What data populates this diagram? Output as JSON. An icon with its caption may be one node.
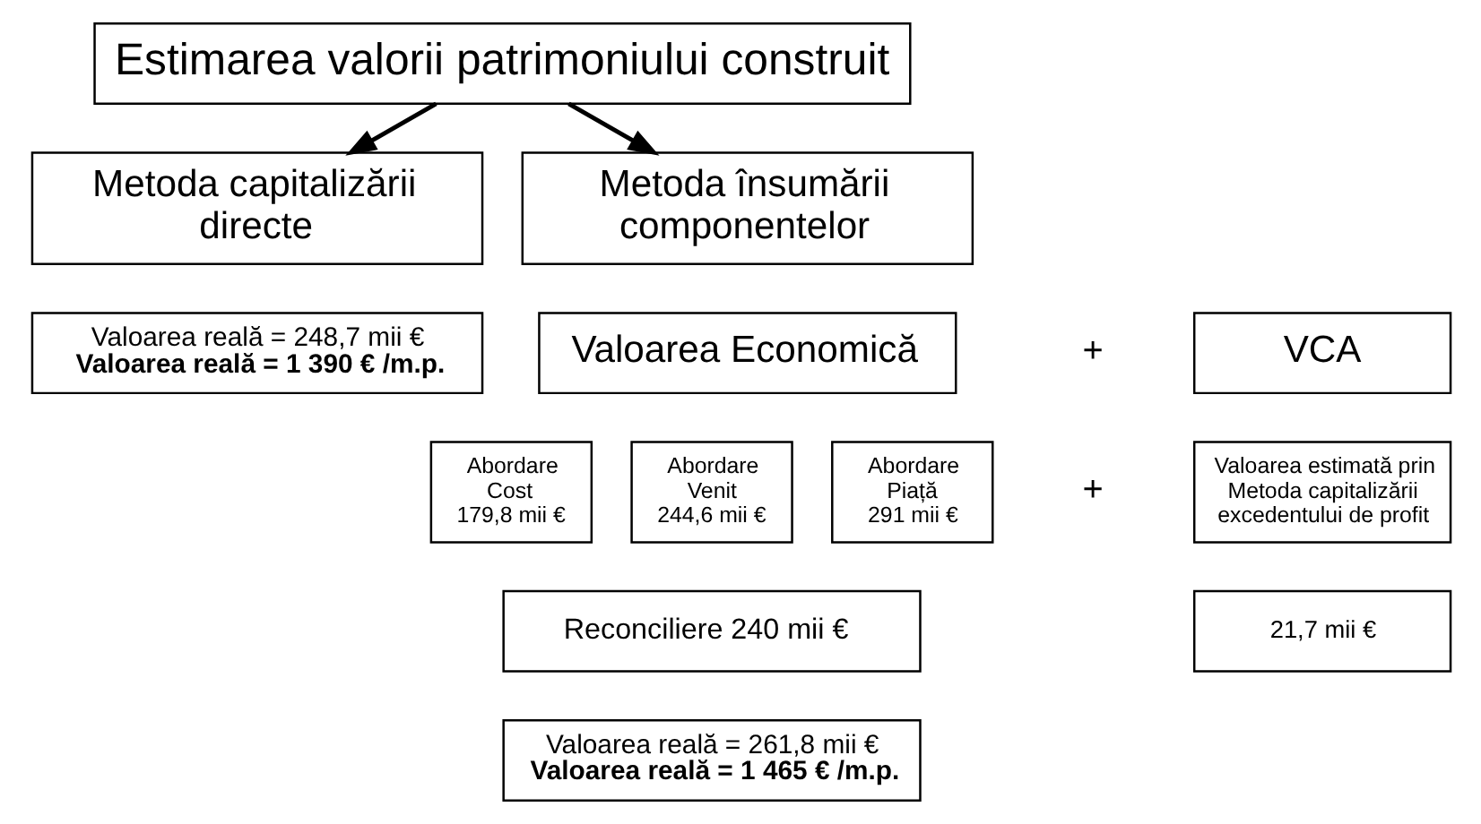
{
  "diagram": {
    "nodes": [
      {
        "text": [
          "Estimarea valorii patrimoniului construit"
        ]
      },
      {
        "text": [
          "Metoda capitalizării directe"
        ]
      },
      {
        "text": [
          "Metoda însumării componentelor"
        ]
      },
      {
        "text": [
          "Valoarea reală = 248,7 mii €",
          "Valoarea reală = 1 390 € /m.p."
        ]
      },
      {
        "text": [
          "Valoarea Economică"
        ]
      },
      {
        "text": [
          "VCA"
        ]
      },
      {
        "text": [
          "Abordare Cost",
          "179,8 mii €"
        ]
      },
      {
        "text": [
          "Abordare Venit",
          "244,6 mii €"
        ]
      },
      {
        "text": [
          "Abordare Piață",
          "291 mii €"
        ]
      },
      {
        "text": [
          "Reconciliere 240 mii €"
        ]
      },
      {
        "text": [
          "Valoarea estimată prin Metoda capitalizării excedentului de profit"
        ]
      },
      {
        "text": [
          "21,7 mii €"
        ]
      },
      {
        "text": [
          "Valoarea reală = 261,8 mii €",
          "Valoarea reală = 1 465 € /m.p."
        ]
      }
    ],
    "edges": [
      {
        "from": 0,
        "to": 1,
        "arrow": "to"
      },
      {
        "from": 0,
        "to": 2,
        "arrow": "to"
      }
    ],
    "labels": [
      "+",
      "+"
    ]
  }
}
